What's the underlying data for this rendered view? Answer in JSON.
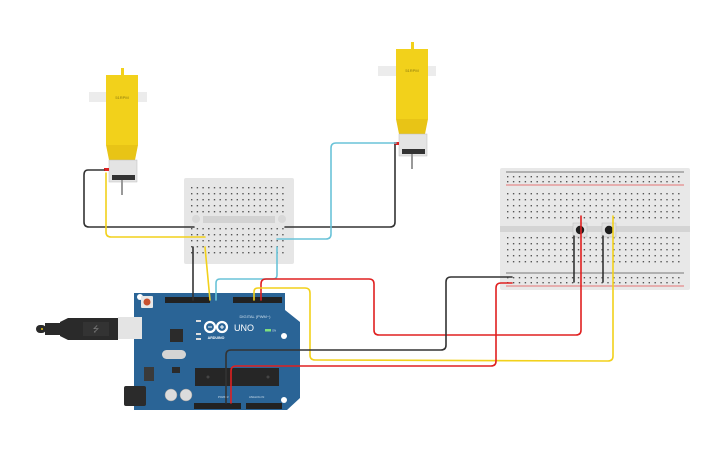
{
  "canvas": {
    "background": "#ffffff"
  },
  "motors": [
    {
      "id": "motor-left",
      "label": "51RPM"
    },
    {
      "id": "motor-right",
      "label": "51RPM"
    }
  ],
  "arduino": {
    "brand_label": "ARDUINO",
    "model_label": "UNO",
    "digital_label": "DIGITAL (PWM~)",
    "power_label": "POWER",
    "analog_label": "ANALOG IN",
    "on_label": "ON",
    "led_labels": [
      "L",
      "TX",
      "RX"
    ],
    "board_color": "#2a6496"
  },
  "breadboards": [
    {
      "id": "mini-breadboard"
    },
    {
      "id": "main-breadboard"
    }
  ],
  "buttons": [
    {
      "id": "pushbutton-1"
    },
    {
      "id": "pushbutton-2"
    }
  ],
  "wire_colors": {
    "black": "#333333",
    "red": "#e02020",
    "yellow": "#f2d11b",
    "cyan": "#6ac3d8"
  }
}
